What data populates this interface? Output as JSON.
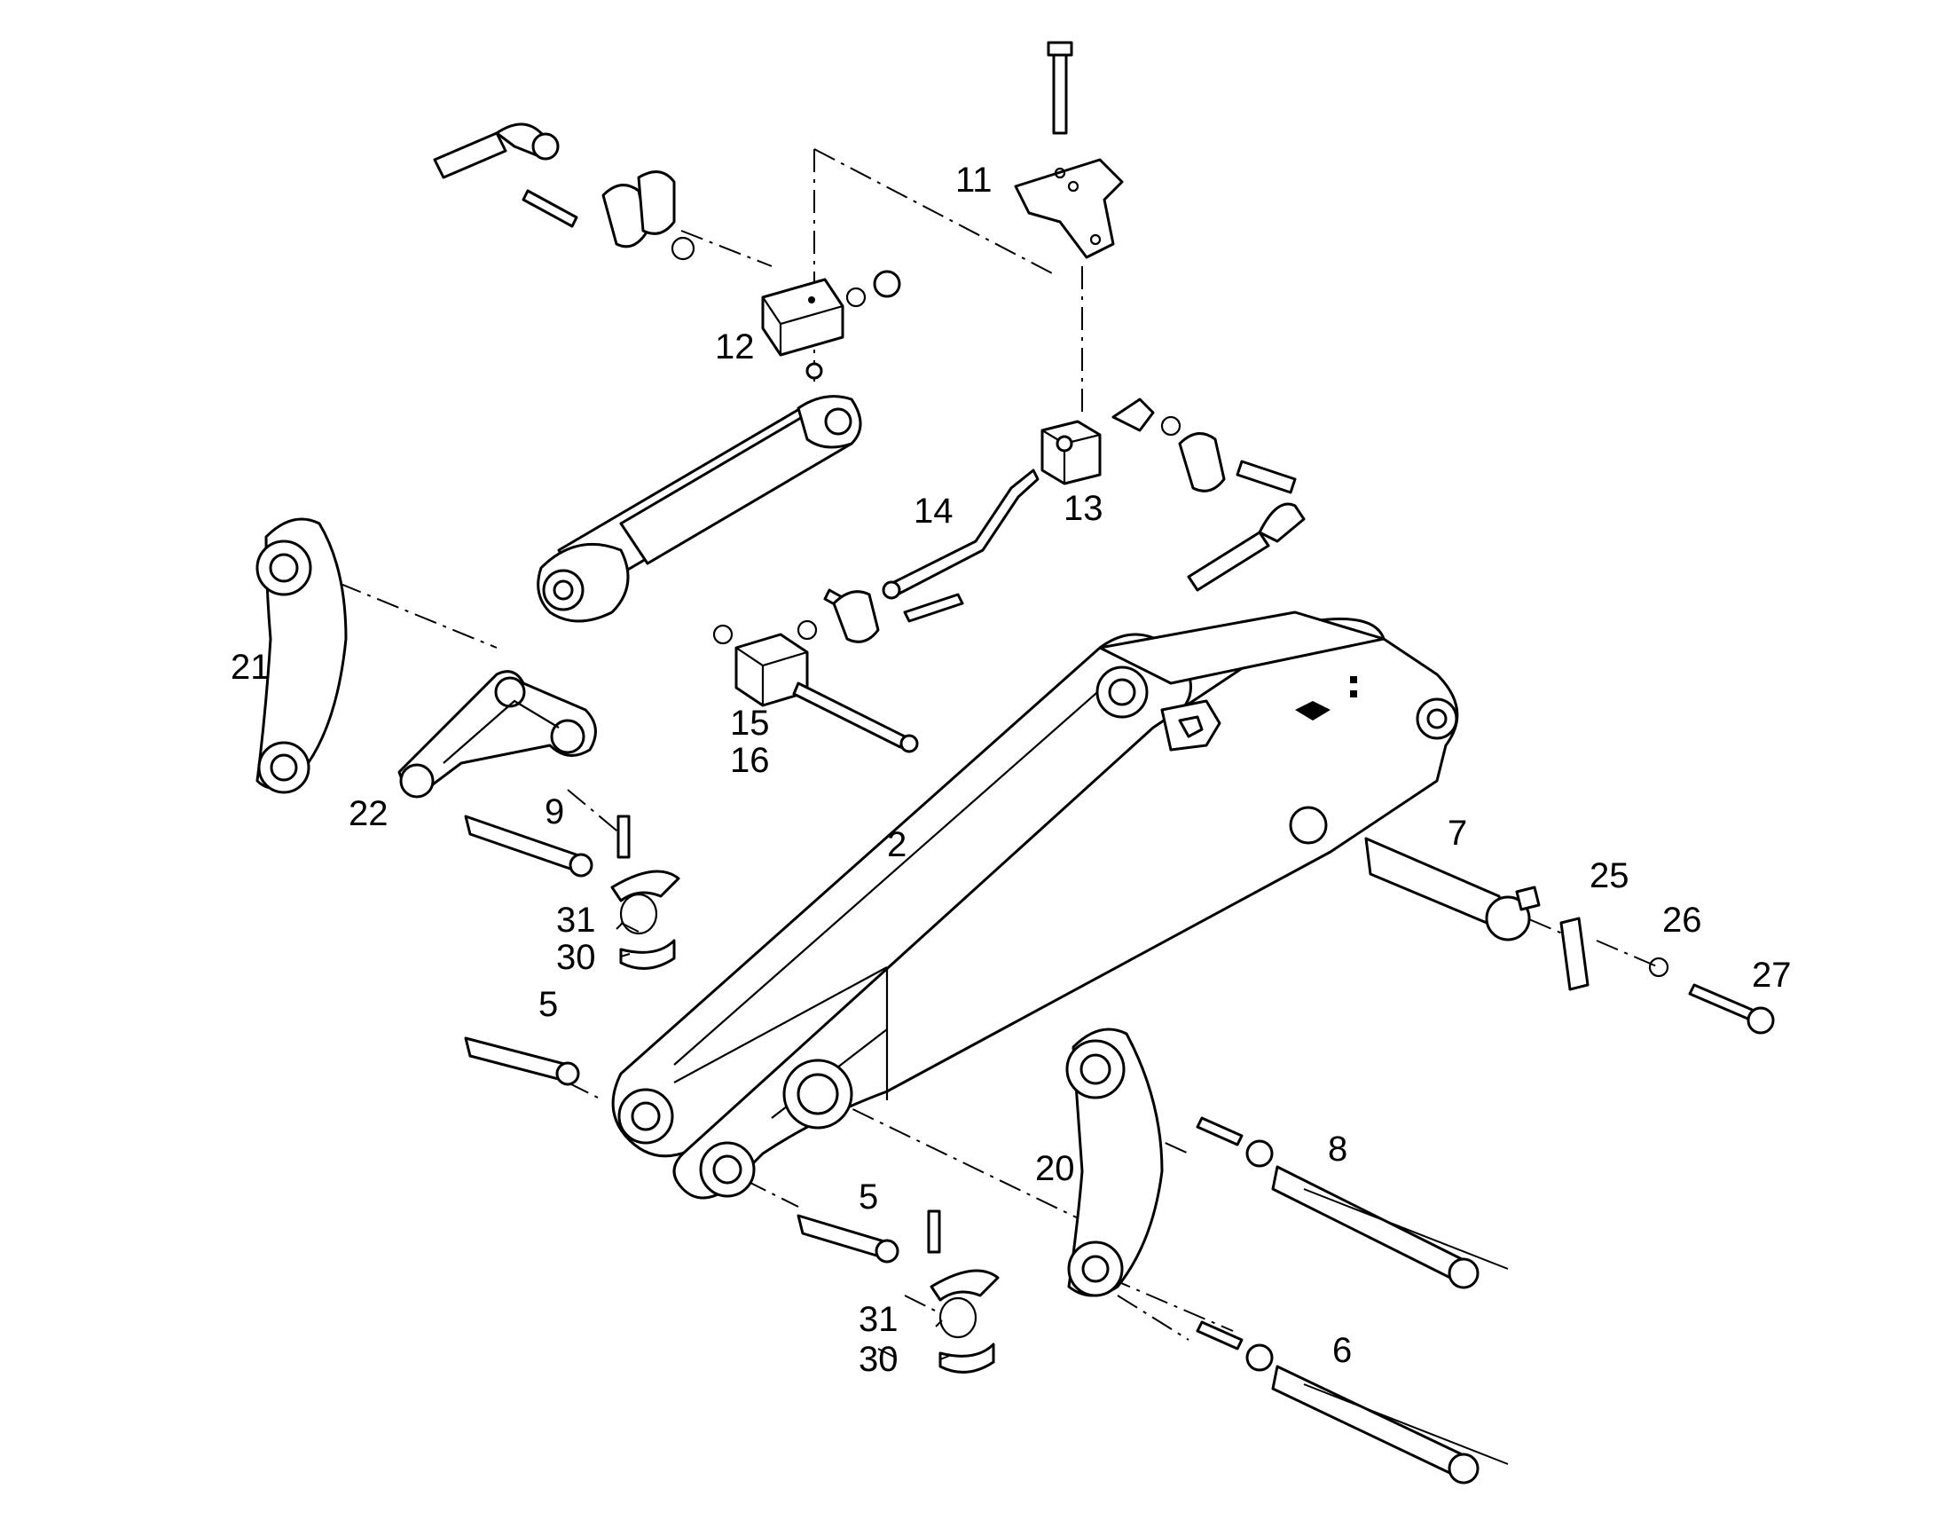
{
  "labels": {
    "l2": "2",
    "l5a": "5",
    "l5b": "5",
    "l6": "6",
    "l7": "7",
    "l8": "8",
    "l9": "9",
    "l11": "11",
    "l12": "12",
    "l13": "13",
    "l14": "14",
    "l15": "15",
    "l16": "16",
    "l20": "20",
    "l21": "21",
    "l22": "22",
    "l25": "25",
    "l26": "26",
    "l27": "27",
    "l30a": "30",
    "l30b": "30",
    "l31a": "31",
    "l31b": "31"
  }
}
